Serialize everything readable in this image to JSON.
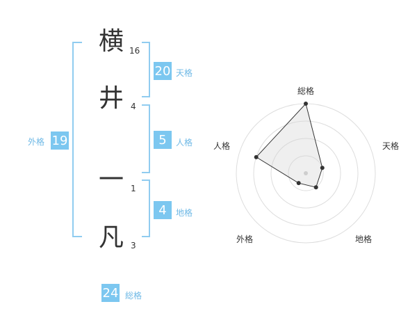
{
  "name": {
    "chars": [
      {
        "char": "横",
        "strokes": "16"
      },
      {
        "char": "井",
        "strokes": "4"
      },
      {
        "char": "一",
        "strokes": "1"
      },
      {
        "char": "凡",
        "strokes": "3"
      }
    ]
  },
  "kaku": {
    "tenkaku": {
      "label": "天格",
      "value": "20"
    },
    "jinkaku": {
      "label": "人格",
      "value": "5"
    },
    "chikaku": {
      "label": "地格",
      "value": "4"
    },
    "gaikaku": {
      "label": "外格",
      "value": "19"
    },
    "soukaku": {
      "label": "総格",
      "value": "24"
    }
  },
  "colors": {
    "accent": "#7cc7f0",
    "bracket": "#90ccf0",
    "label": "#6fb9e6"
  },
  "chart_data": {
    "type": "radar",
    "axes": [
      "総格",
      "天格",
      "地格",
      "外格",
      "人格"
    ],
    "values": [
      4,
      1,
      1,
      0.7,
      3
    ],
    "range": [
      0,
      4
    ],
    "rings": 4,
    "grid": true
  }
}
